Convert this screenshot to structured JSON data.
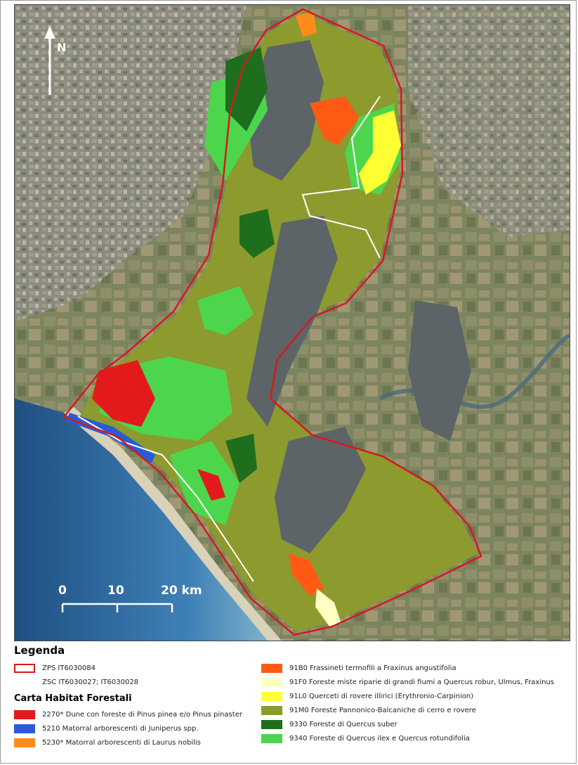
{
  "map": {
    "north_label": "N",
    "scale_labels": [
      "0",
      "10",
      "20 km"
    ]
  },
  "legend": {
    "title": "Legenda",
    "boundary_items": [
      {
        "label": "ZPS IT6030084",
        "style": "outline",
        "color": "#d7191c"
      },
      {
        "label": "ZSC IT6030027; IT6030028",
        "style": "none",
        "color": ""
      }
    ],
    "subtitle": "Carta Habitat Forestali",
    "habitat_items_left": [
      {
        "label": "2270* Dune con foreste di Pinus pinea e/o Pinus pinaster",
        "color": "#e31a1c"
      },
      {
        "label": "5210 Matorral arborescenti di Juniperus spp.",
        "color": "#2a5bd7"
      },
      {
        "label": "5230* Matorral arborescenti di Laurus nobilis",
        "color": "#ff8c1a"
      }
    ],
    "habitat_items_right": [
      {
        "label": "91B0 Frassineti termofili a Fraxinus angustifolia",
        "color": "#ff5a14"
      },
      {
        "label": "91F0 Foreste miste riparie di grandi fiumi a Quercus robur, Ulmus, Fraxinus",
        "color": "#ffffc4"
      },
      {
        "label": "91L0 Querceti di rovere illirici (Erythronio-Carpinion)",
        "color": "#ffff33"
      },
      {
        "label": "91M0 Foreste Pannonico-Balcaniche di cerro e rovere",
        "color": "#8c9a2e"
      },
      {
        "label": "9330 Foreste di Quercus suber",
        "color": "#1e6e1e"
      },
      {
        "label": "9340 Foreste di Quercus ilex e Quercus rotundifolia",
        "color": "#4dd64d"
      }
    ]
  },
  "colors": {
    "zps_boundary": "#d7191c",
    "zsc_boundary": "#ffffff",
    "sea": "#3a7ab8",
    "urban": "#8f8f7e",
    "countryside": "#6f7a55"
  }
}
